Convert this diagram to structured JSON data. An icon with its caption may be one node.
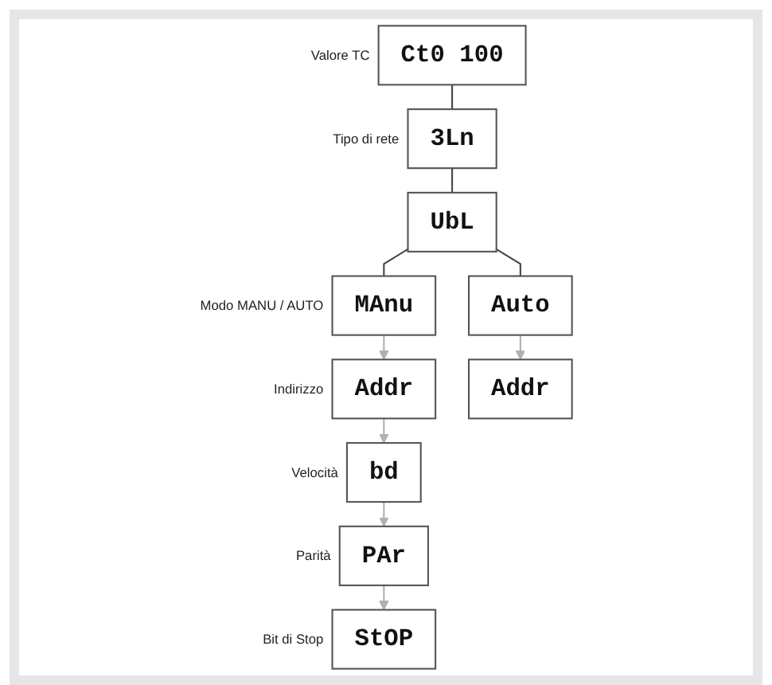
{
  "diagram": {
    "nodes": [
      {
        "text": [
          "Ct0 100"
        ],
        "beside": [
          "Valore TC"
        ]
      },
      {
        "text": [
          "3Ln"
        ],
        "beside": [
          "Tipo di rete"
        ]
      },
      {
        "text": [
          "UbL"
        ]
      },
      {
        "text": [
          "MAnu"
        ],
        "beside": [
          "Modo MANU / AUTO"
        ]
      },
      {
        "text": [
          "Auto"
        ]
      },
      {
        "text": [
          "Addr"
        ],
        "beside": [
          "Indirizzo"
        ]
      },
      {
        "text": [
          "Addr"
        ]
      },
      {
        "text": [
          "bd"
        ],
        "beside": [
          "Velocità"
        ]
      },
      {
        "text": [
          "PAr"
        ],
        "beside": [
          "Parità"
        ]
      },
      {
        "text": [
          "StOP"
        ],
        "beside": [
          "Bit di Stop"
        ]
      }
    ],
    "edges": [
      {
        "from": 0,
        "to": 1,
        "arrow": "none",
        "color": "#444444"
      },
      {
        "from": 1,
        "to": 2,
        "arrow": "none",
        "color": "#444444"
      },
      {
        "from": 2,
        "to": 3,
        "arrow": "none",
        "color": "#444444"
      },
      {
        "from": 2,
        "to": 4,
        "arrow": "none",
        "color": "#444444"
      },
      {
        "from": 3,
        "to": 5,
        "arrow": "to"
      },
      {
        "from": 4,
        "to": 6,
        "arrow": "to"
      },
      {
        "from": 5,
        "to": 7,
        "arrow": "to"
      },
      {
        "from": 7,
        "to": 8,
        "arrow": "to"
      },
      {
        "from": 8,
        "to": 9,
        "arrow": "to"
      }
    ]
  }
}
